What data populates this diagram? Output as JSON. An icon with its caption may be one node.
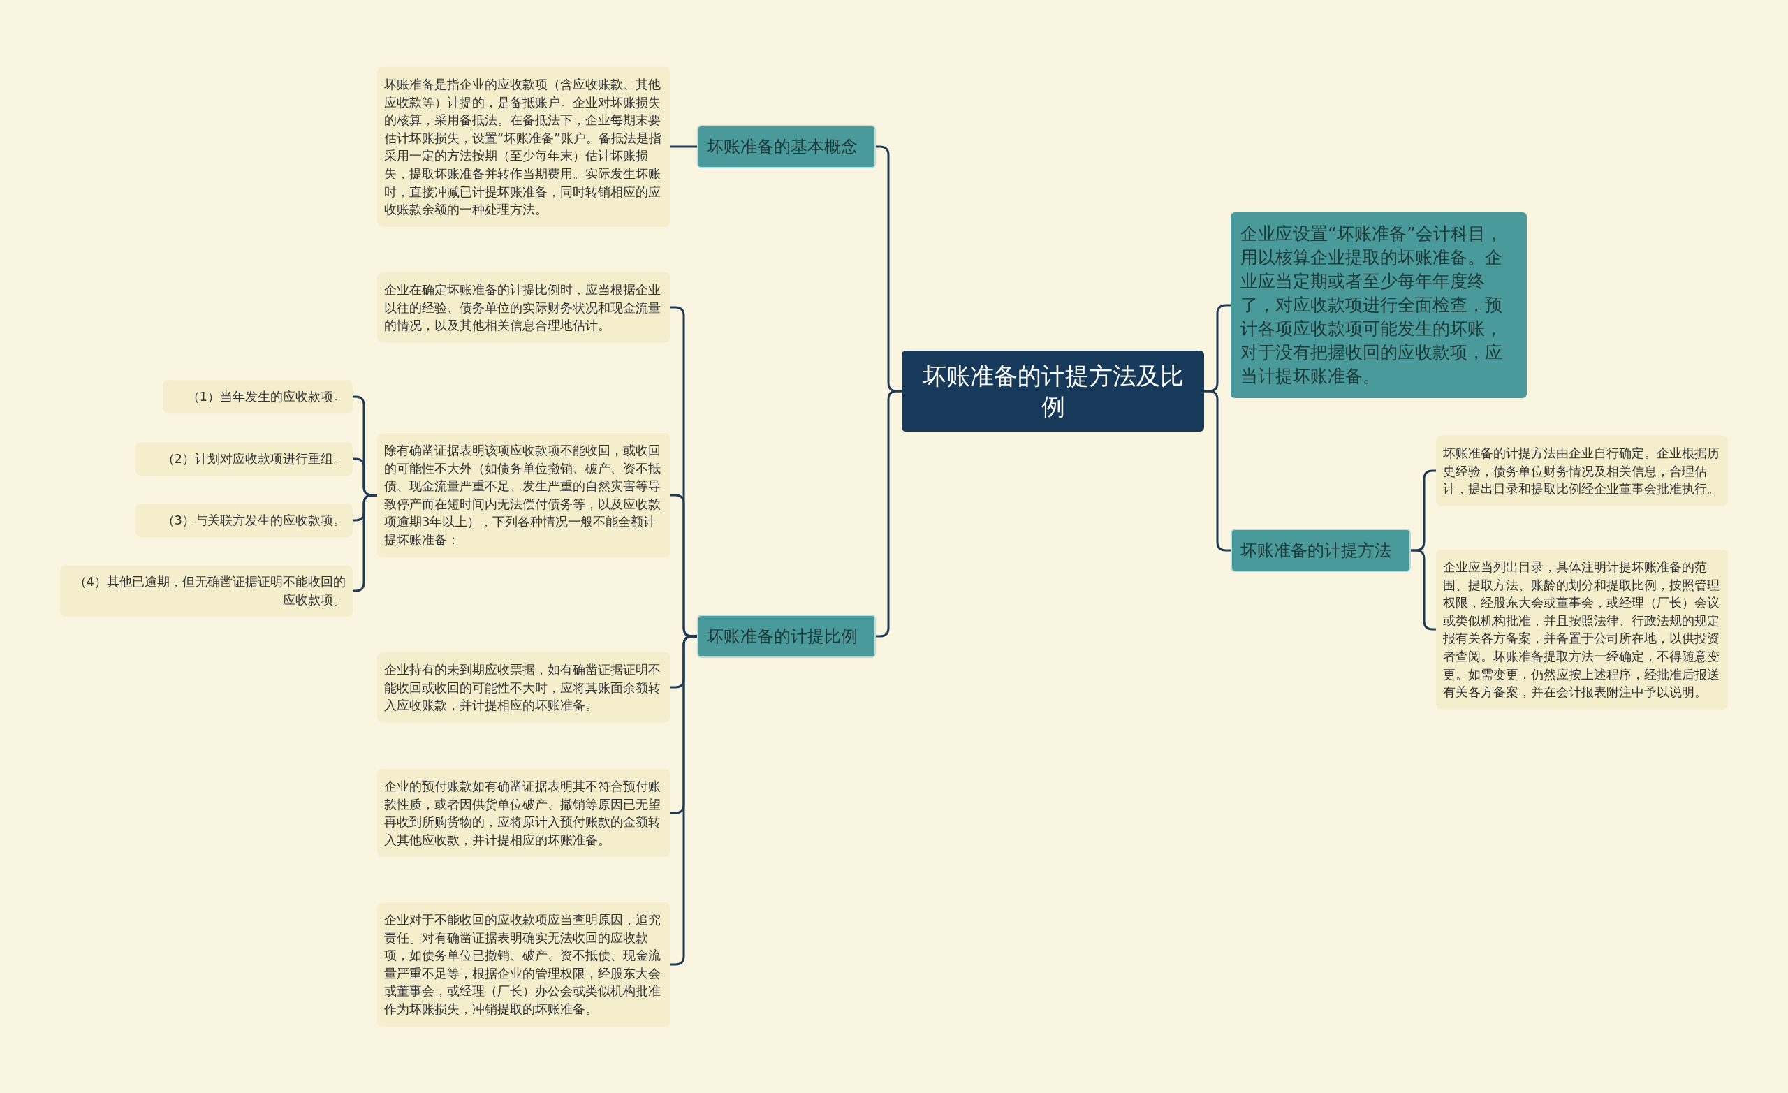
{
  "diagram": {
    "nodes": [
      {
        "text": [
          "坏账准备的计提方法及比例"
        ]
      },
      {
        "text": [
          "坏账准备的基本概念"
        ]
      },
      {
        "text": [
          "坏账准备是指企业的应收款项（含应收账款、其他应收款等）计提的，是备抵账户。企业对坏账损失的核算，采用备抵法。在备抵法下，企业每期末要估计坏账损失，设置“坏账准备”账户。备抵法是指采用一定的方法按期（至少每年末）估计坏账损失，提取坏账准备并转作当期费用。实际发生坏账时，直接冲减已计提坏账准备，同时转销相应的应收账款余额的一种处理方法。"
        ]
      },
      {
        "text": [
          "坏账准备的计提比例"
        ]
      },
      {
        "text": [
          "企业在确定坏账准备的计提比例时，应当根据企业以往的经验、债务单位的实际财务状况和现金流量的情况，以及其他相关信息合理地估计。"
        ]
      },
      {
        "text": [
          "除有确凿证据表明该项应收款项不能收回，或收回的可能性不大外（如债务单位撤销、破产、资不抵债、现金流量严重不足、发生严重的自然灾害等导致停产而在短时间内无法偿付债务等，以及应收款项逾期3年以上），下列各种情况一般不能全额计提坏账准备："
        ]
      },
      {
        "text": [
          "（1）当年发生的应收款项。"
        ]
      },
      {
        "text": [
          "（2）计划对应收款项进行重组。"
        ]
      },
      {
        "text": [
          "（3）与关联方发生的应收款项。"
        ]
      },
      {
        "text": [
          "（4）其他已逾期，但无确凿证据证明不能收回的应收款项。"
        ]
      },
      {
        "text": [
          "企业持有的未到期应收票据，如有确凿证据证明不能收回或收回的可能性不大时，应将其账面余额转入应收账款，并计提相应的坏账准备。"
        ]
      },
      {
        "text": [
          "企业的预付账款如有确凿证据表明其不符合预付账款性质，或者因供货单位破产、撤销等原因已无望再收到所购货物的，应将原计入预付账款的金额转入其他应收款，并计提相应的坏账准备。"
        ]
      },
      {
        "text": [
          "企业对于不能收回的应收款项应当查明原因，追究责任。对有确凿证据表明确实无法收回的应收款项，如债务单位已撤销、破产、资不抵债、现金流量严重不足等，根据企业的管理权限，经股东大会或董事会，或经理（厂长）办公会或类似机构批准作为坏账损失，冲销提取的坏账准备。"
        ]
      },
      {
        "text": [
          "企业应设置“坏账准备”会计科目，用以核算企业提取的坏账准备。企业应当定期或者至少每年年度终了，对应收款项进行全面检查，预计各项应收款项可能发生的坏账，对于没有把握收回的应收款项，应当计提坏账准备。"
        ]
      },
      {
        "text": [
          "坏账准备的计提方法"
        ]
      },
      {
        "text": [
          "坏账准备的计提方法由企业自行确定。企业根据历史经验，债务单位财务情况及相关信息，合理估计，提出目录和提取比例经企业董事会批准执行。"
        ]
      },
      {
        "text": [
          "企业应当列出目录，具体注明计提坏账准备的范围、提取方法、账龄的划分和提取比例，按照管理权限，经股东大会或董事会，或经理（厂长）会议或类似机构批准，并且按照法律、行政法规的规定报有关各方备案，并备置于公司所在地，以供投资者查阅。坏账准备提取方法一经确定，不得随意变更。如需变更，仍然应按上述程序，经批准后报送有关各方备案，并在会计报表附注中予以说明。"
        ]
      }
    ],
    "edges": [
      {
        "from": 0,
        "to": 1,
        "arrow": "none"
      },
      {
        "from": 1,
        "to": 2,
        "arrow": "none"
      },
      {
        "from": 0,
        "to": 3,
        "arrow": "none"
      },
      {
        "from": 3,
        "to": 4,
        "arrow": "none"
      },
      {
        "from": 3,
        "to": 5,
        "arrow": "none"
      },
      {
        "from": 5,
        "to": 6,
        "arrow": "none"
      },
      {
        "from": 5,
        "to": 7,
        "arrow": "none"
      },
      {
        "from": 5,
        "to": 8,
        "arrow": "none"
      },
      {
        "from": 5,
        "to": 9,
        "arrow": "none"
      },
      {
        "from": 3,
        "to": 10,
        "arrow": "none"
      },
      {
        "from": 3,
        "to": 11,
        "arrow": "none"
      },
      {
        "from": 3,
        "to": 12,
        "arrow": "none"
      },
      {
        "from": 0,
        "to": 13,
        "arrow": "none"
      },
      {
        "from": 0,
        "to": 14,
        "arrow": "none"
      },
      {
        "from": 14,
        "to": 15,
        "arrow": "none"
      },
      {
        "from": 14,
        "to": 16,
        "arrow": "none"
      }
    ]
  }
}
